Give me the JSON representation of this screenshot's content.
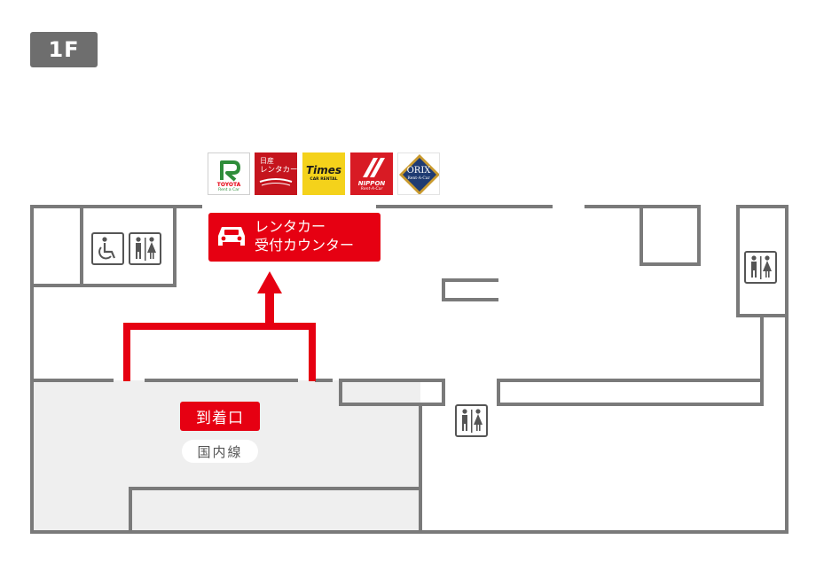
{
  "floor_label": "1F",
  "rental_counter": {
    "line1": "レンタカー",
    "line2": "受付カウンター"
  },
  "arrival_gate": "到着口",
  "domestic_area": "国内線",
  "rental_logos": {
    "toyota": {
      "brand": "TOYOTA",
      "sub": "Rent a Car"
    },
    "nissan": {
      "line1": "日産",
      "line2": "レンタカー"
    },
    "times": {
      "brand": "Times",
      "sub": "CAR RENTAL"
    },
    "nippon": {
      "brand": "NIPPON",
      "sub": "Rent-A-Car"
    },
    "orix": {
      "brand": "ORIX",
      "sub": "Rent-A-Car"
    }
  },
  "icons": [
    "wheelchair-accessible-restroom-icon",
    "restroom-icon",
    "car-icon",
    "arrow-up-icon"
  ],
  "colors": {
    "accent_red": "#e60012",
    "wall_gray": "#7a7a7a",
    "arrival_area_fill": "#efefef",
    "badge_gray": "#6e6e6e"
  }
}
